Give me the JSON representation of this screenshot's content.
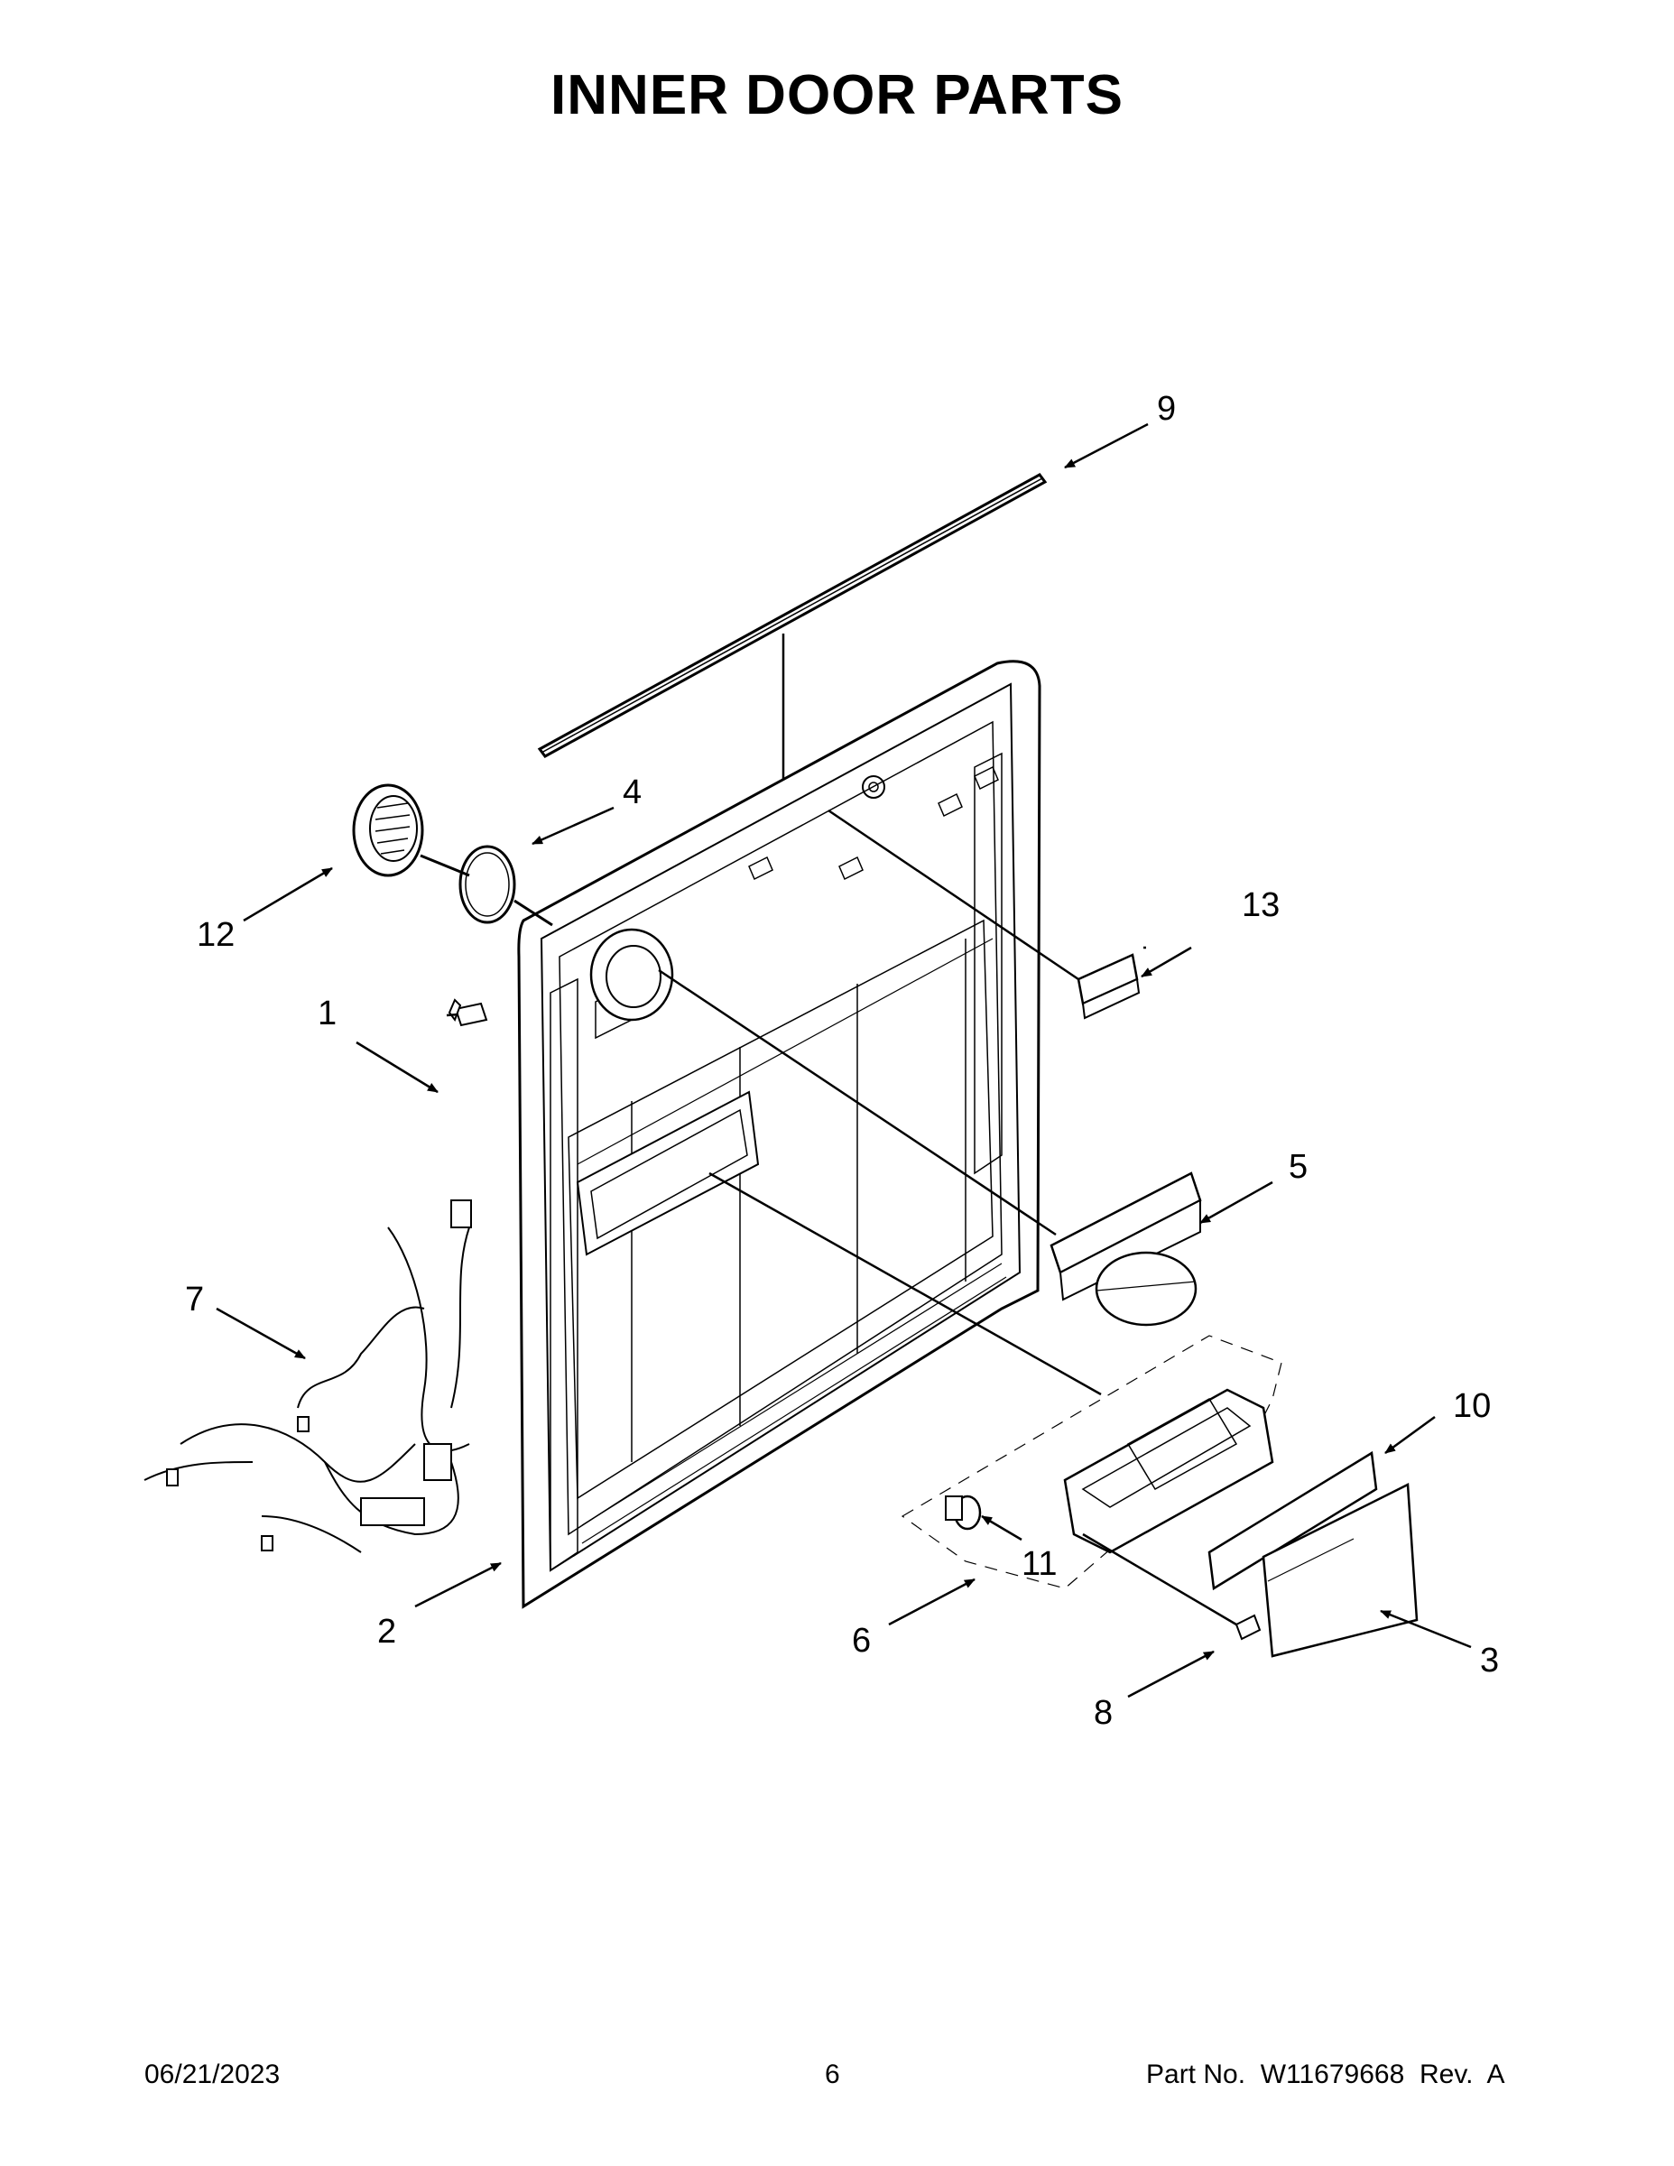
{
  "page": {
    "title": "INNER DOOR PARTS",
    "footer": {
      "date": "06/21/2023",
      "page_number": "6",
      "part_no_label": "Part No.",
      "part_no": "W11679668",
      "rev_label": "Rev.",
      "rev": "A"
    }
  },
  "callouts": [
    {
      "id": "1",
      "label": "1"
    },
    {
      "id": "2",
      "label": "2"
    },
    {
      "id": "3",
      "label": "3"
    },
    {
      "id": "4",
      "label": "4"
    },
    {
      "id": "5",
      "label": "5"
    },
    {
      "id": "6",
      "label": "6"
    },
    {
      "id": "7",
      "label": "7"
    },
    {
      "id": "8",
      "label": "8"
    },
    {
      "id": "9",
      "label": "9"
    },
    {
      "id": "10",
      "label": "10"
    },
    {
      "id": "11",
      "label": "11"
    },
    {
      "id": "12",
      "label": "12"
    },
    {
      "id": "13",
      "label": "13"
    }
  ]
}
